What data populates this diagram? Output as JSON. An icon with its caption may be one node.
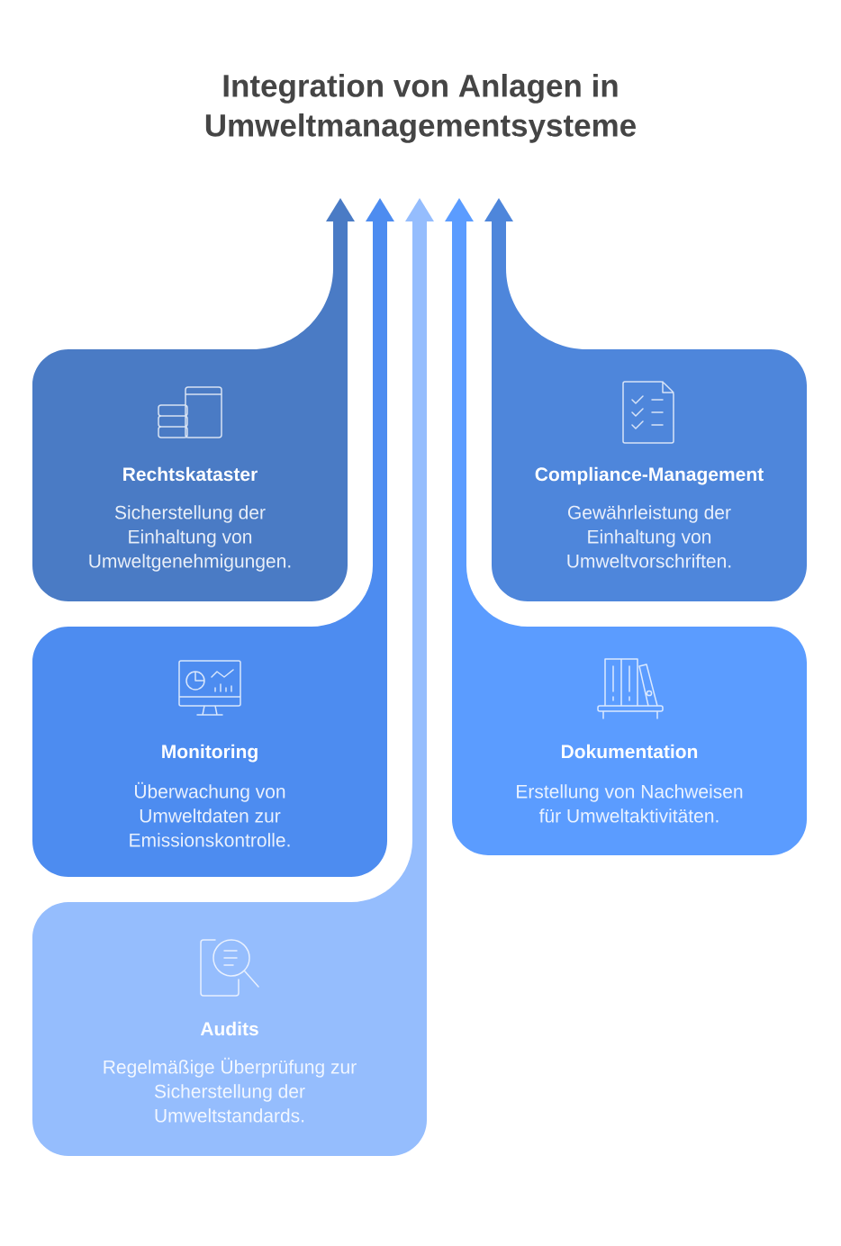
{
  "diagram": {
    "title": "Integration von Anlagen in Umweltmanagementsysteme",
    "nodes": [
      {
        "text": [
          "Rechtskataster",
          "Sicherstellung der Einhaltung von Umweltgenehmigungen."
        ]
      },
      {
        "text": [
          "Compliance-Management",
          "Gewährleistung der Einhaltung von Umweltvorschriften."
        ]
      },
      {
        "text": [
          "Monitoring",
          "Überwachung von Umweltdaten zur Emissionskontrolle."
        ]
      },
      {
        "text": [
          "Dokumentation",
          "Erstellung von Nachweisen für Umweltaktivitäten."
        ]
      },
      {
        "text": [
          "Audits",
          "Regelmäßige Überprüfung zur Sicherstellung der Umweltstandards."
        ]
      }
    ],
    "edges": [
      {
        "from": 0,
        "to": null,
        "arrow": "to",
        "color": "#4a7bc5"
      },
      {
        "from": 1,
        "to": null,
        "arrow": "to",
        "color": "#4e86db"
      },
      {
        "from": 2,
        "to": null,
        "arrow": "to",
        "color": "#4d8cf0"
      },
      {
        "from": 3,
        "to": null,
        "arrow": "to",
        "color": "#5b9cff"
      },
      {
        "from": 4,
        "to": null,
        "arrow": "to",
        "color": "#95bdfd"
      }
    ]
  }
}
